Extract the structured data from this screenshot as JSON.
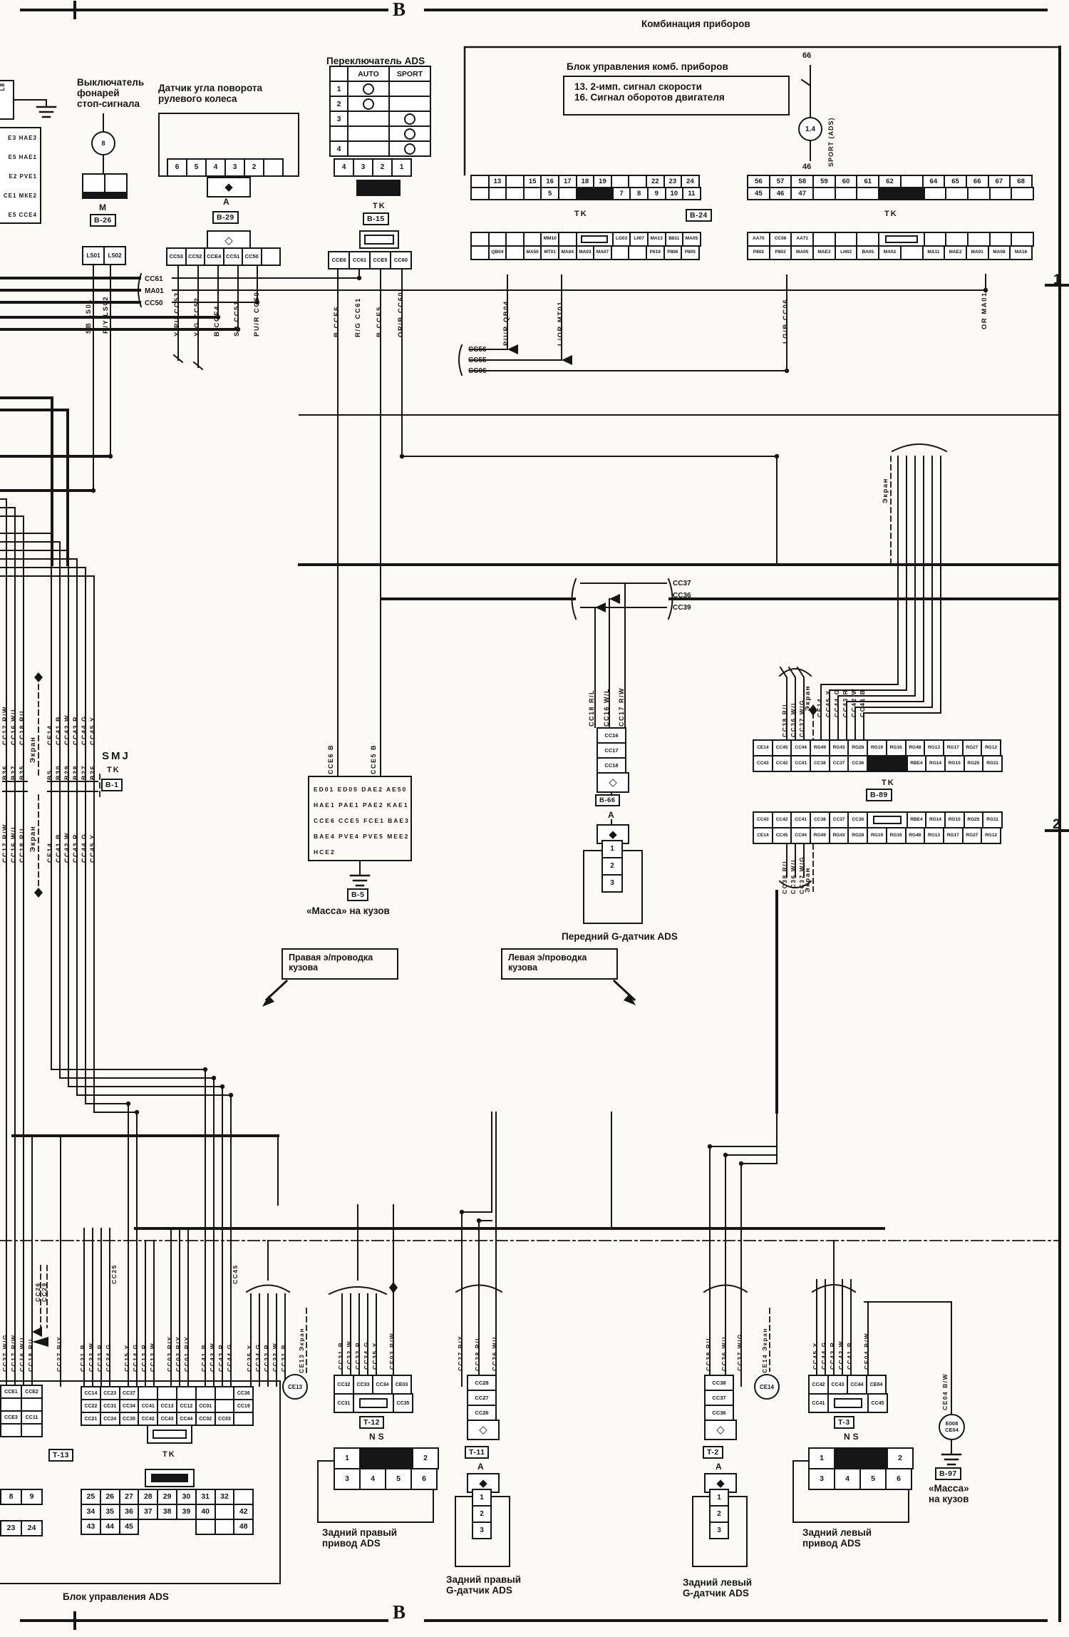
{
  "frame": {
    "marker_top": "B",
    "marker_bottom": "B",
    "section1": "1",
    "section2": "2"
  },
  "top_left": {
    "tag": "L8",
    "rows": [
      "ЕЗ HAE3",
      "Е5 HAE1",
      "Е2 PVE1",
      "СЕ1 МКЕ2",
      "Е5 ССЕ4"
    ]
  },
  "stop_switch": {
    "title": [
      "Выключатель",
      "фонарей",
      "стоп-сигнала"
    ],
    "m": "M",
    "ref": "B-26",
    "cells": [
      "LS01",
      "LS02"
    ],
    "wires": [
      "SB LS01",
      "R/Y LS02"
    ]
  },
  "steering": {
    "title": [
      "Датчик угла поворота",
      "рулевого колеса"
    ],
    "pins": [
      "6",
      "5",
      "4",
      "3",
      "2",
      ""
    ],
    "a": "A",
    "ref": "B-29",
    "cells": [
      "CC53",
      "CC52",
      "CCE4",
      "CC51",
      "CC50",
      ""
    ],
    "wires": [
      "Y/PU CC53",
      "Y/G CC52",
      "B CCE4",
      "SB CC51",
      "PU/R CC50"
    ]
  },
  "ads_switch": {
    "title": "Переключатель ADS",
    "header": [
      "AUTO",
      "SPORT"
    ],
    "rows": [
      "1",
      "2",
      "3",
      "4"
    ],
    "pins": [
      "4",
      "3",
      "2",
      "1"
    ],
    "tk": "TK",
    "ref": "B-15",
    "cells": [
      "CCE6",
      "CC61",
      "CCE5",
      "CC60"
    ],
    "wires": [
      "B CCE6",
      "R/G CC61",
      "B CCE5",
      "OR/B CC60"
    ]
  },
  "cluster": {
    "title": "Комбинация приборов",
    "unit_title": "Блок управления комб. приборов",
    "unit_lines": [
      "13. 2-имп. сигнал скорости",
      "16. Сигнал оборотов двигателя"
    ],
    "lamp_top": "66",
    "lamp_bottom": "46",
    "lamp_value": "1.4",
    "lamp_label": "SPORT (ADS)",
    "tk_left": "TK",
    "ref": "B-24",
    "tk_right": "TK",
    "pins_l_top": [
      "",
      "13",
      "",
      "15",
      "16",
      "17",
      "18",
      "19",
      "",
      "",
      "22",
      "23",
      "24"
    ],
    "pins_l_bot": [
      "",
      "",
      "",
      "",
      "5",
      "",
      "▮2",
      "7",
      "8",
      "9",
      "10",
      "11"
    ],
    "pins_r_top": [
      "56",
      "57",
      "58",
      "59",
      "60",
      "61",
      "62",
      "",
      "64",
      "65",
      "66",
      "67",
      "68"
    ],
    "pins_r_bot": [
      "45",
      "46",
      "47",
      "",
      "",
      "",
      "▮2",
      "",
      "",
      "",
      "",
      ""
    ],
    "codes_l_top": [
      "",
      "",
      "",
      "",
      "MM10",
      "",
      "▭2",
      "LG03",
      "L007",
      "MA13",
      "B811",
      "MA05"
    ],
    "codes_l_bot": [
      "",
      "QB04",
      "",
      "MA50",
      "MT01",
      "MA04",
      "MA03",
      "MA07",
      "",
      "",
      "P619",
      "P806",
      "P805"
    ],
    "codes_r_top": [
      "AA70",
      "CC06",
      "AA71",
      "",
      "",
      "",
      "▭2",
      "",
      "",
      "",
      "",
      ""
    ],
    "codes_r_bot": [
      "P802",
      "P803",
      "MA05",
      "MAE3",
      "LH02",
      "BA05",
      "MA02",
      "",
      "MA11",
      "MAE2",
      "MA01",
      "MA08",
      "MA16"
    ]
  },
  "junctions": {
    "left": [
      "CC61",
      "MA01",
      "CC50"
    ],
    "center": [
      "CC56",
      "CC55",
      "CC06"
    ],
    "front": [
      "CC37",
      "CC36",
      "CC39"
    ],
    "w_qb04": "PU/R QB04",
    "w_mt01": "L/OR MT01",
    "w_cc06": "LG/B CC06",
    "w_ma01": "OR MA01"
  },
  "smj": {
    "name": "SMJ",
    "tk": "TK",
    "ref": "B-1",
    "screen": "Экран",
    "a_labels": [
      "CC17 R/W",
      "CC16 W/L",
      "CC18 R/L"
    ],
    "a_pins": [
      "B36",
      "B37",
      "B35"
    ],
    "b_labels": [
      "CE14",
      "CC41 B",
      "CC42 W",
      "CC43 R",
      "CC44 G",
      "CC45 Y"
    ],
    "b_pins": [
      "B5",
      "B30",
      "B29",
      "B28",
      "B27",
      "B26"
    ]
  },
  "ground_block": {
    "rows": [
      "ED01 ED05 DAE2 AE50",
      "HAE1 PAE1 PAE2 KAE1",
      "CCE6 CCE5 FCE1 BAE3",
      "BAE4 PVE4 PVE5 MEE2",
      "HCE2"
    ],
    "wires": [
      "CCE6 B",
      "CCE5 B"
    ],
    "ref": "B-5",
    "label": "«Масса» на кузов"
  },
  "front_g": {
    "wires": [
      "CC18 R/L",
      "CC16 W/L",
      "CC17 R/W"
    ],
    "cells": [
      "CC16",
      "CC17",
      "CC18"
    ],
    "ref": "B-66",
    "a": "A",
    "pins": [
      "1",
      "2",
      "3"
    ],
    "label": "Передний G-датчик ADS"
  },
  "right_strips": {
    "tk": "TK",
    "ref": "B-89",
    "screen": "Экран",
    "s1_top": [
      "CE14",
      "CC45",
      "CC44",
      "RG49",
      "RG43",
      "RG28",
      "RG19",
      "RG16",
      "RG48",
      "RG13",
      "RG17",
      "RG27",
      "RG12"
    ],
    "s1_bot": [
      "CC43",
      "CC42",
      "CC41",
      "CC38",
      "CC37",
      "CC36",
      "▮2",
      "RBE4",
      "RG14",
      "RG15",
      "RG25",
      "RG11"
    ],
    "s2_top": [
      "CC43",
      "CC42",
      "CC41",
      "CC38",
      "CC37",
      "CC36",
      "▭2",
      "RBE4",
      "RG14",
      "RG15",
      "RG25",
      "RG11"
    ],
    "s2_bot": [
      "CE14",
      "CC45",
      "CC44",
      "RG49",
      "RG43",
      "RG28",
      "RG19",
      "RG16",
      "RG48",
      "RG13",
      "RG17",
      "RG27",
      "RG12"
    ],
    "bundle3": [
      "CC38 R/L",
      "CC36 W/L",
      "CC37 W/G"
    ],
    "bundle6": [
      "CE14",
      "CC45 Y",
      "CC44 G",
      "CC43 R",
      "CC42 W",
      "CC41 B"
    ]
  },
  "harness": {
    "right_box": [
      "Правая э/проводка",
      "кузова"
    ],
    "left_box": [
      "Левая э/проводка",
      "кузова"
    ]
  },
  "ecu": {
    "label": "Блок управления ADS",
    "tk": "TK",
    "ref": "T-13",
    "g1": [
      "CC37 W/G",
      "CC17 R/W",
      "CC16 W/L",
      "CC18 R/L"
    ],
    "shield_pair": [
      "CC26",
      "CC29"
    ],
    "w_cc27": "CC27 B/Y",
    "g2": [
      "CC21 B",
      "CC22 W",
      "CC23 R",
      "CC24 G"
    ],
    "brace_cc25": "CC25",
    "g3": [
      "CC15 Y",
      "CC14 G",
      "CC13 R",
      "CC12 W"
    ],
    "g4": [
      "CC03 R/Y",
      "CC02 R/Y",
      "CC01 R/Y"
    ],
    "g5": [
      "CC41 B",
      "CC42 W",
      "CC43 R",
      "CC44 G"
    ],
    "brace_cc45": "CC45",
    "g6": [
      "CC35 Y",
      "CC34 G",
      "CC33 R",
      "CC32 W",
      "CC31 B"
    ],
    "left_grid": [
      "CCE1",
      "CCE2",
      "",
      "",
      "CCE3",
      "CC11",
      "",
      ""
    ],
    "grid1": [
      "CC14",
      "CC23",
      "CC37",
      "",
      "",
      "",
      "",
      "",
      "CC36"
    ],
    "grid2": [
      "CC22",
      "CC31",
      "CC34",
      "CC41",
      "CC13",
      "CC12",
      "CC01",
      "",
      "CC19"
    ],
    "grid3": [
      "CC21",
      "CC24",
      "CC35",
      "CC42",
      "CC43",
      "CC44",
      "CC02",
      "CC03",
      ""
    ],
    "pins_left1": [
      "8",
      "9"
    ],
    "pins_left2": [
      "23",
      "24"
    ],
    "num1": [
      "25",
      "26",
      "27",
      "28",
      "29",
      "30",
      "31",
      "32",
      ""
    ],
    "num2": [
      "34",
      "35",
      "36",
      "37",
      "38",
      "39",
      "40",
      "",
      "42"
    ],
    "num3": [
      "43",
      "44",
      "45",
      "∅",
      "∅",
      "∅",
      "",
      "",
      "48"
    ]
  },
  "rr_drive": {
    "shield": "CE13  Экран",
    "circle": "CE13",
    "wires": [
      "CC31 B",
      "CC32 W",
      "CC33 R",
      "CC34 G",
      "CC35 Y",
      "CE03 B/W"
    ],
    "row1": [
      "CC32",
      "CC33",
      "CC34",
      "CE03"
    ],
    "row2": [
      "CC31",
      "▭2",
      "CC35"
    ],
    "ref": "T-12",
    "ns": "NS",
    "n1": [
      "1",
      "▮2",
      "2"
    ],
    "n2": [
      "3",
      "4",
      "5",
      "6"
    ],
    "label": [
      "Задний правый",
      "привод ADS"
    ]
  },
  "rr_g": {
    "wires": [
      "CC27 B/Y",
      "CC28 R/L",
      "CC26 W/L"
    ],
    "cells": [
      "CC28",
      "CC27",
      "CC26"
    ],
    "ref": "T-11",
    "a": "A",
    "pins": [
      "1",
      "2",
      "3"
    ],
    "label": [
      "Задний правый",
      "G-датчик ADS"
    ]
  },
  "rl_g": {
    "wires": [
      "CC38 R/L",
      "CC36 W/L",
      "CC37 W/G"
    ],
    "cells": [
      "CC38",
      "CC37",
      "CC36"
    ],
    "ref": "T-2",
    "a": "A",
    "pins": [
      "1",
      "2",
      "3"
    ],
    "label": [
      "Задний левый",
      "G-датчик ADS"
    ]
  },
  "rl_drive": {
    "shield": "CE14  Экран",
    "circle": "CE14",
    "wires": [
      "CC45 Y",
      "CC44 G",
      "CC43 R",
      "CC42 W",
      "CC41 B",
      "CE04 B/W"
    ],
    "row1": [
      "CC42",
      "CC43",
      "CC44",
      "CE04"
    ],
    "row2": [
      "CC41",
      "▭2",
      "CC45"
    ],
    "ref": "T-3",
    "ns": "NS",
    "n1": [
      "1",
      "▮2",
      "2"
    ],
    "n2": [
      "3",
      "4",
      "5",
      "6"
    ],
    "label": [
      "Задний левый",
      "привод ADS"
    ]
  },
  "ground_right": {
    "wire": "CE04 B/W",
    "splice": [
      "E008",
      "CE04"
    ],
    "ref": "B-97",
    "label": [
      "«Масса»",
      "на кузов"
    ]
  }
}
